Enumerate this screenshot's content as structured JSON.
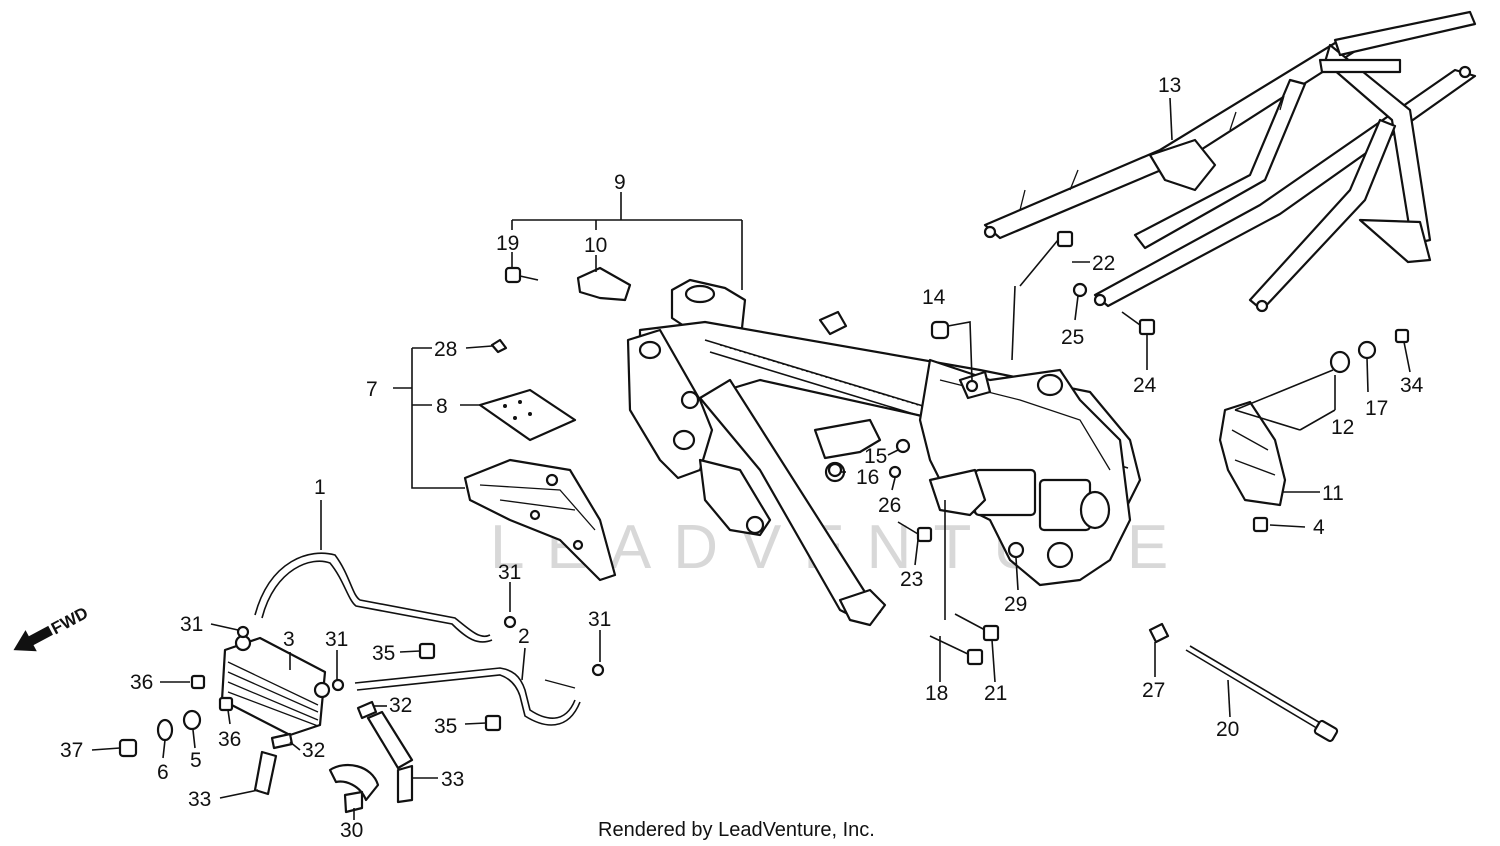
{
  "diagram": {
    "callouts": [
      {
        "id": "c1",
        "label": "1"
      },
      {
        "id": "c2",
        "label": "2"
      },
      {
        "id": "c3",
        "label": "3"
      },
      {
        "id": "c4",
        "label": "4"
      },
      {
        "id": "c5",
        "label": "5"
      },
      {
        "id": "c6",
        "label": "6"
      },
      {
        "id": "c7",
        "label": "7"
      },
      {
        "id": "c8",
        "label": "8"
      },
      {
        "id": "c9",
        "label": "9"
      },
      {
        "id": "c10",
        "label": "10"
      },
      {
        "id": "c11",
        "label": "11"
      },
      {
        "id": "c12",
        "label": "12"
      },
      {
        "id": "c13",
        "label": "13"
      },
      {
        "id": "c14",
        "label": "14"
      },
      {
        "id": "c15",
        "label": "15"
      },
      {
        "id": "c16",
        "label": "16"
      },
      {
        "id": "c17",
        "label": "17"
      },
      {
        "id": "c18",
        "label": "18"
      },
      {
        "id": "c19",
        "label": "19"
      },
      {
        "id": "c20",
        "label": "20"
      },
      {
        "id": "c21",
        "label": "21"
      },
      {
        "id": "c22",
        "label": "22"
      },
      {
        "id": "c23",
        "label": "23"
      },
      {
        "id": "c24",
        "label": "24"
      },
      {
        "id": "c25",
        "label": "25"
      },
      {
        "id": "c26",
        "label": "26"
      },
      {
        "id": "c27",
        "label": "27"
      },
      {
        "id": "c28",
        "label": "28"
      },
      {
        "id": "c29",
        "label": "29"
      },
      {
        "id": "c30",
        "label": "30"
      },
      {
        "id": "c31a",
        "label": "31"
      },
      {
        "id": "c31b",
        "label": "31"
      },
      {
        "id": "c31c",
        "label": "31"
      },
      {
        "id": "c31d",
        "label": "31"
      },
      {
        "id": "c32a",
        "label": "32"
      },
      {
        "id": "c32b",
        "label": "32"
      },
      {
        "id": "c33a",
        "label": "33"
      },
      {
        "id": "c33b",
        "label": "33"
      },
      {
        "id": "c34",
        "label": "34"
      },
      {
        "id": "c35a",
        "label": "35"
      },
      {
        "id": "c35b",
        "label": "35"
      },
      {
        "id": "c36a",
        "label": "36"
      },
      {
        "id": "c36b",
        "label": "36"
      },
      {
        "id": "c37",
        "label": "37"
      }
    ],
    "fwd_label": "FWD",
    "footer_caption": "Rendered by LeadVenture, Inc.",
    "watermark": "LEADVENTURE"
  }
}
